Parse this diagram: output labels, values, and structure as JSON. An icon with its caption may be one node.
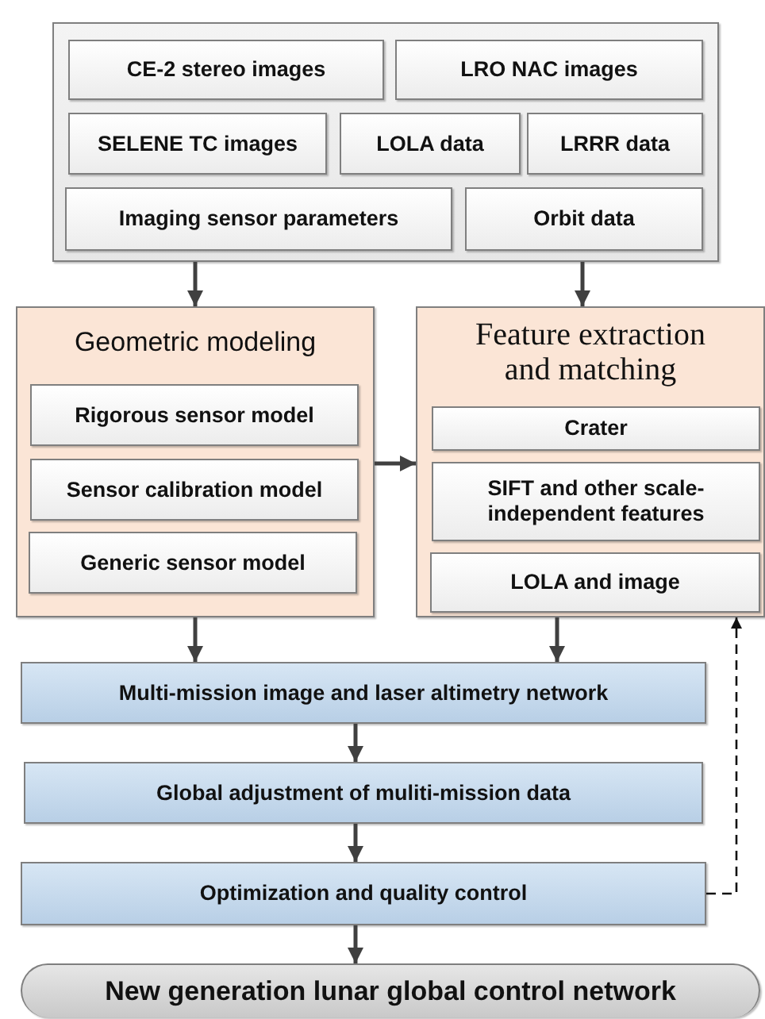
{
  "diagram": {
    "nodes": [
      {
        "text": [],
        "shape": "box"
      },
      {
        "text": [
          "CE-2 stereo images"
        ],
        "in": 0
      },
      {
        "text": [
          "LRO NAC images"
        ],
        "in": 0
      },
      {
        "text": [
          "SELENE TC images"
        ],
        "in": 0
      },
      {
        "text": [
          "LOLA data"
        ],
        "in": 0
      },
      {
        "text": [
          "LRRR data"
        ],
        "in": 0
      },
      {
        "text": [
          "Imaging sensor parameters"
        ],
        "in": 0
      },
      {
        "text": [
          "Orbit data"
        ],
        "in": 0
      },
      {
        "text": [
          "Geometric modeling"
        ]
      },
      {
        "text": [
          "Rigorous sensor model"
        ],
        "in": 8
      },
      {
        "text": [
          "Sensor calibration model"
        ],
        "in": 8
      },
      {
        "text": [
          "Generic sensor model"
        ],
        "in": 8
      },
      {
        "text": [
          "Feature extraction and matching"
        ]
      },
      {
        "text": [
          "Crater"
        ],
        "in": 12
      },
      {
        "text": [
          "SIFT and other scale-independent features"
        ],
        "in": 12
      },
      {
        "text": [
          "LOLA and image"
        ],
        "in": 12
      },
      {
        "text": [
          "Multi-mission image and laser altimetry network"
        ]
      },
      {
        "text": [
          "Global adjustment of muliti-mission data"
        ]
      },
      {
        "text": [
          "Optimization and quality control"
        ]
      },
      {
        "text": [
          "New generation lunar global control network"
        ]
      }
    ],
    "edges": [
      {
        "from": 0,
        "to": 8,
        "arrow": "to"
      },
      {
        "from": 0,
        "to": 12,
        "arrow": "to"
      },
      {
        "from": 8,
        "to": 12,
        "arrow": "to"
      },
      {
        "from": 8,
        "to": 16,
        "arrow": "to"
      },
      {
        "from": 12,
        "to": 16,
        "arrow": "to"
      },
      {
        "from": 16,
        "to": 17,
        "arrow": "to"
      },
      {
        "from": 17,
        "to": 18,
        "arrow": "to"
      },
      {
        "from": 18,
        "to": 19,
        "arrow": "to"
      },
      {
        "from": 18,
        "to": 12,
        "arrow": "to",
        "style": "dashed"
      }
    ]
  }
}
